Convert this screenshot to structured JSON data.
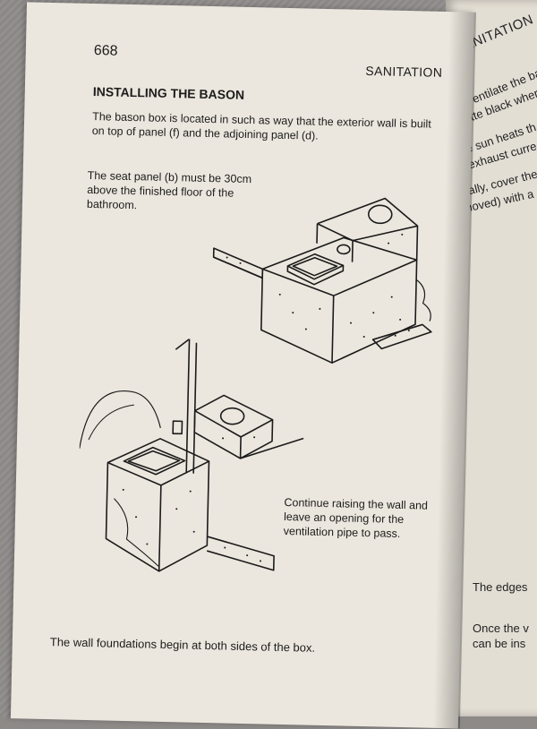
{
  "left_page": {
    "page_number": "668",
    "running_head": "SANITATION",
    "section_title": "INSTALLING THE BASON",
    "intro_text": "The bason box is located in such as way that the exterior wall is built on top of panel (f) and the adjoining panel (d).",
    "seat_note": "The seat panel (b) must be 30cm above the finished floor of the bathroom.",
    "wall_note": "Continue raising the wall and leave an opening for the ventilation pipe to pass.",
    "foundation_note": "The wall foundations begin at both sides of the box."
  },
  "right_page": {
    "running_head": "SANITATION",
    "fragments": [
      "to ventilate the ba",
      "matte black where",
      "The sun heats th",
      "air exhaust curre",
      "Finally, cover the",
      "removed) with a",
      "The edges",
      "Once the v",
      "can be ins"
    ]
  }
}
